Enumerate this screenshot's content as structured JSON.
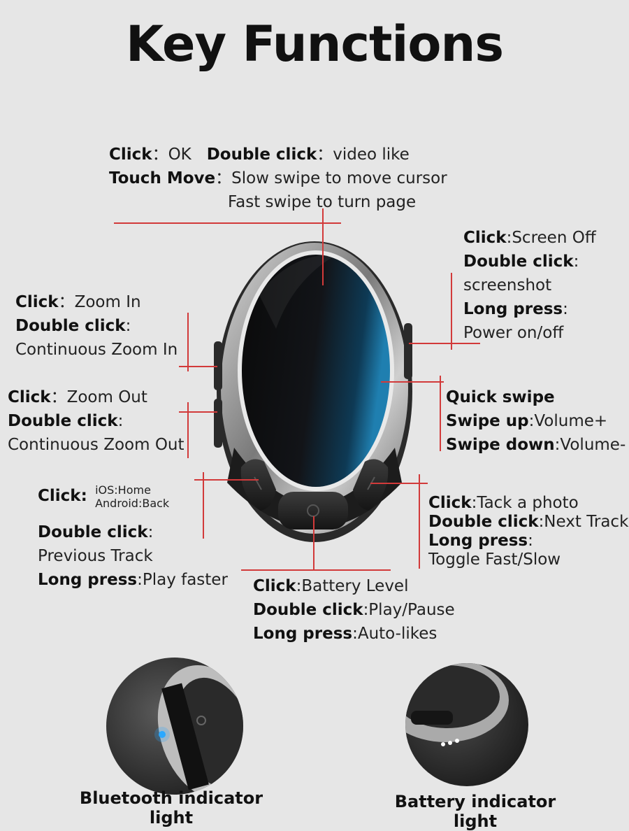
{
  "title": "Key Functions",
  "top": {
    "l1_a_k": "Click",
    "l1_a_v": "：OK",
    "l1_b_k": "Double click",
    "l1_b_v": "：video like",
    "l2_k": "Touch Move",
    "l2_v": "：Slow swipe to move cursor",
    "l3_v": "Fast swipe to turn page"
  },
  "right_top": {
    "click_k": "Click",
    "click_v": ":Screen Off",
    "dbl_k": "Double click",
    "dbl_sep": ":",
    "dbl_v": "screenshot",
    "long_k": "Long press",
    "long_sep": ":",
    "long_v": "Power on/off"
  },
  "zoom_in": {
    "click_k": "Click",
    "click_v": "：Zoom In",
    "dbl_k": "Double click",
    "dbl_sep": ":",
    "dbl_v": "Continuous Zoom In"
  },
  "zoom_out": {
    "click_k": "Click",
    "click_v": "：Zoom Out",
    "dbl_k": "Double click",
    "dbl_sep": ":",
    "dbl_v": "Continuous Zoom Out"
  },
  "swipe": {
    "quick": "Quick swipe",
    "up_k": "Swipe up",
    "up_v": ":Volume+",
    "down_k": "Swipe down",
    "down_v": ":Volume-"
  },
  "left_bottom": {
    "click_k": "Click",
    "click_sep": ":",
    "ios": "iOS:Home",
    "android": "Android:Back",
    "dbl_k": "Double click",
    "dbl_sep": ":",
    "dbl_v": "Previous Track",
    "long_k": "Long press",
    "long_v": ":Play faster"
  },
  "right_bottom": {
    "click_k": "Click",
    "click_v": ":Tack a photo",
    "dbl_k": "Double click",
    "dbl_v": ":Next Track",
    "long_k": "Long press",
    "long_sep": ":",
    "long_v": "Toggle Fast/Slow"
  },
  "center_bottom": {
    "click_k": "Click",
    "click_v": ":Battery Level",
    "dbl_k": "Double click",
    "dbl_v": ":Play/Pause",
    "long_k": "Long press",
    "long_v": ":Auto-likes"
  },
  "captions": {
    "bluetooth": "Bluetooth indicator light",
    "battery": "Battery indicator light"
  },
  "colors": {
    "background": "#e6e6e6",
    "leader_line": "#d23a3a",
    "bluetooth_led": "#2aa8ff",
    "battery_led": "#ffffff"
  }
}
